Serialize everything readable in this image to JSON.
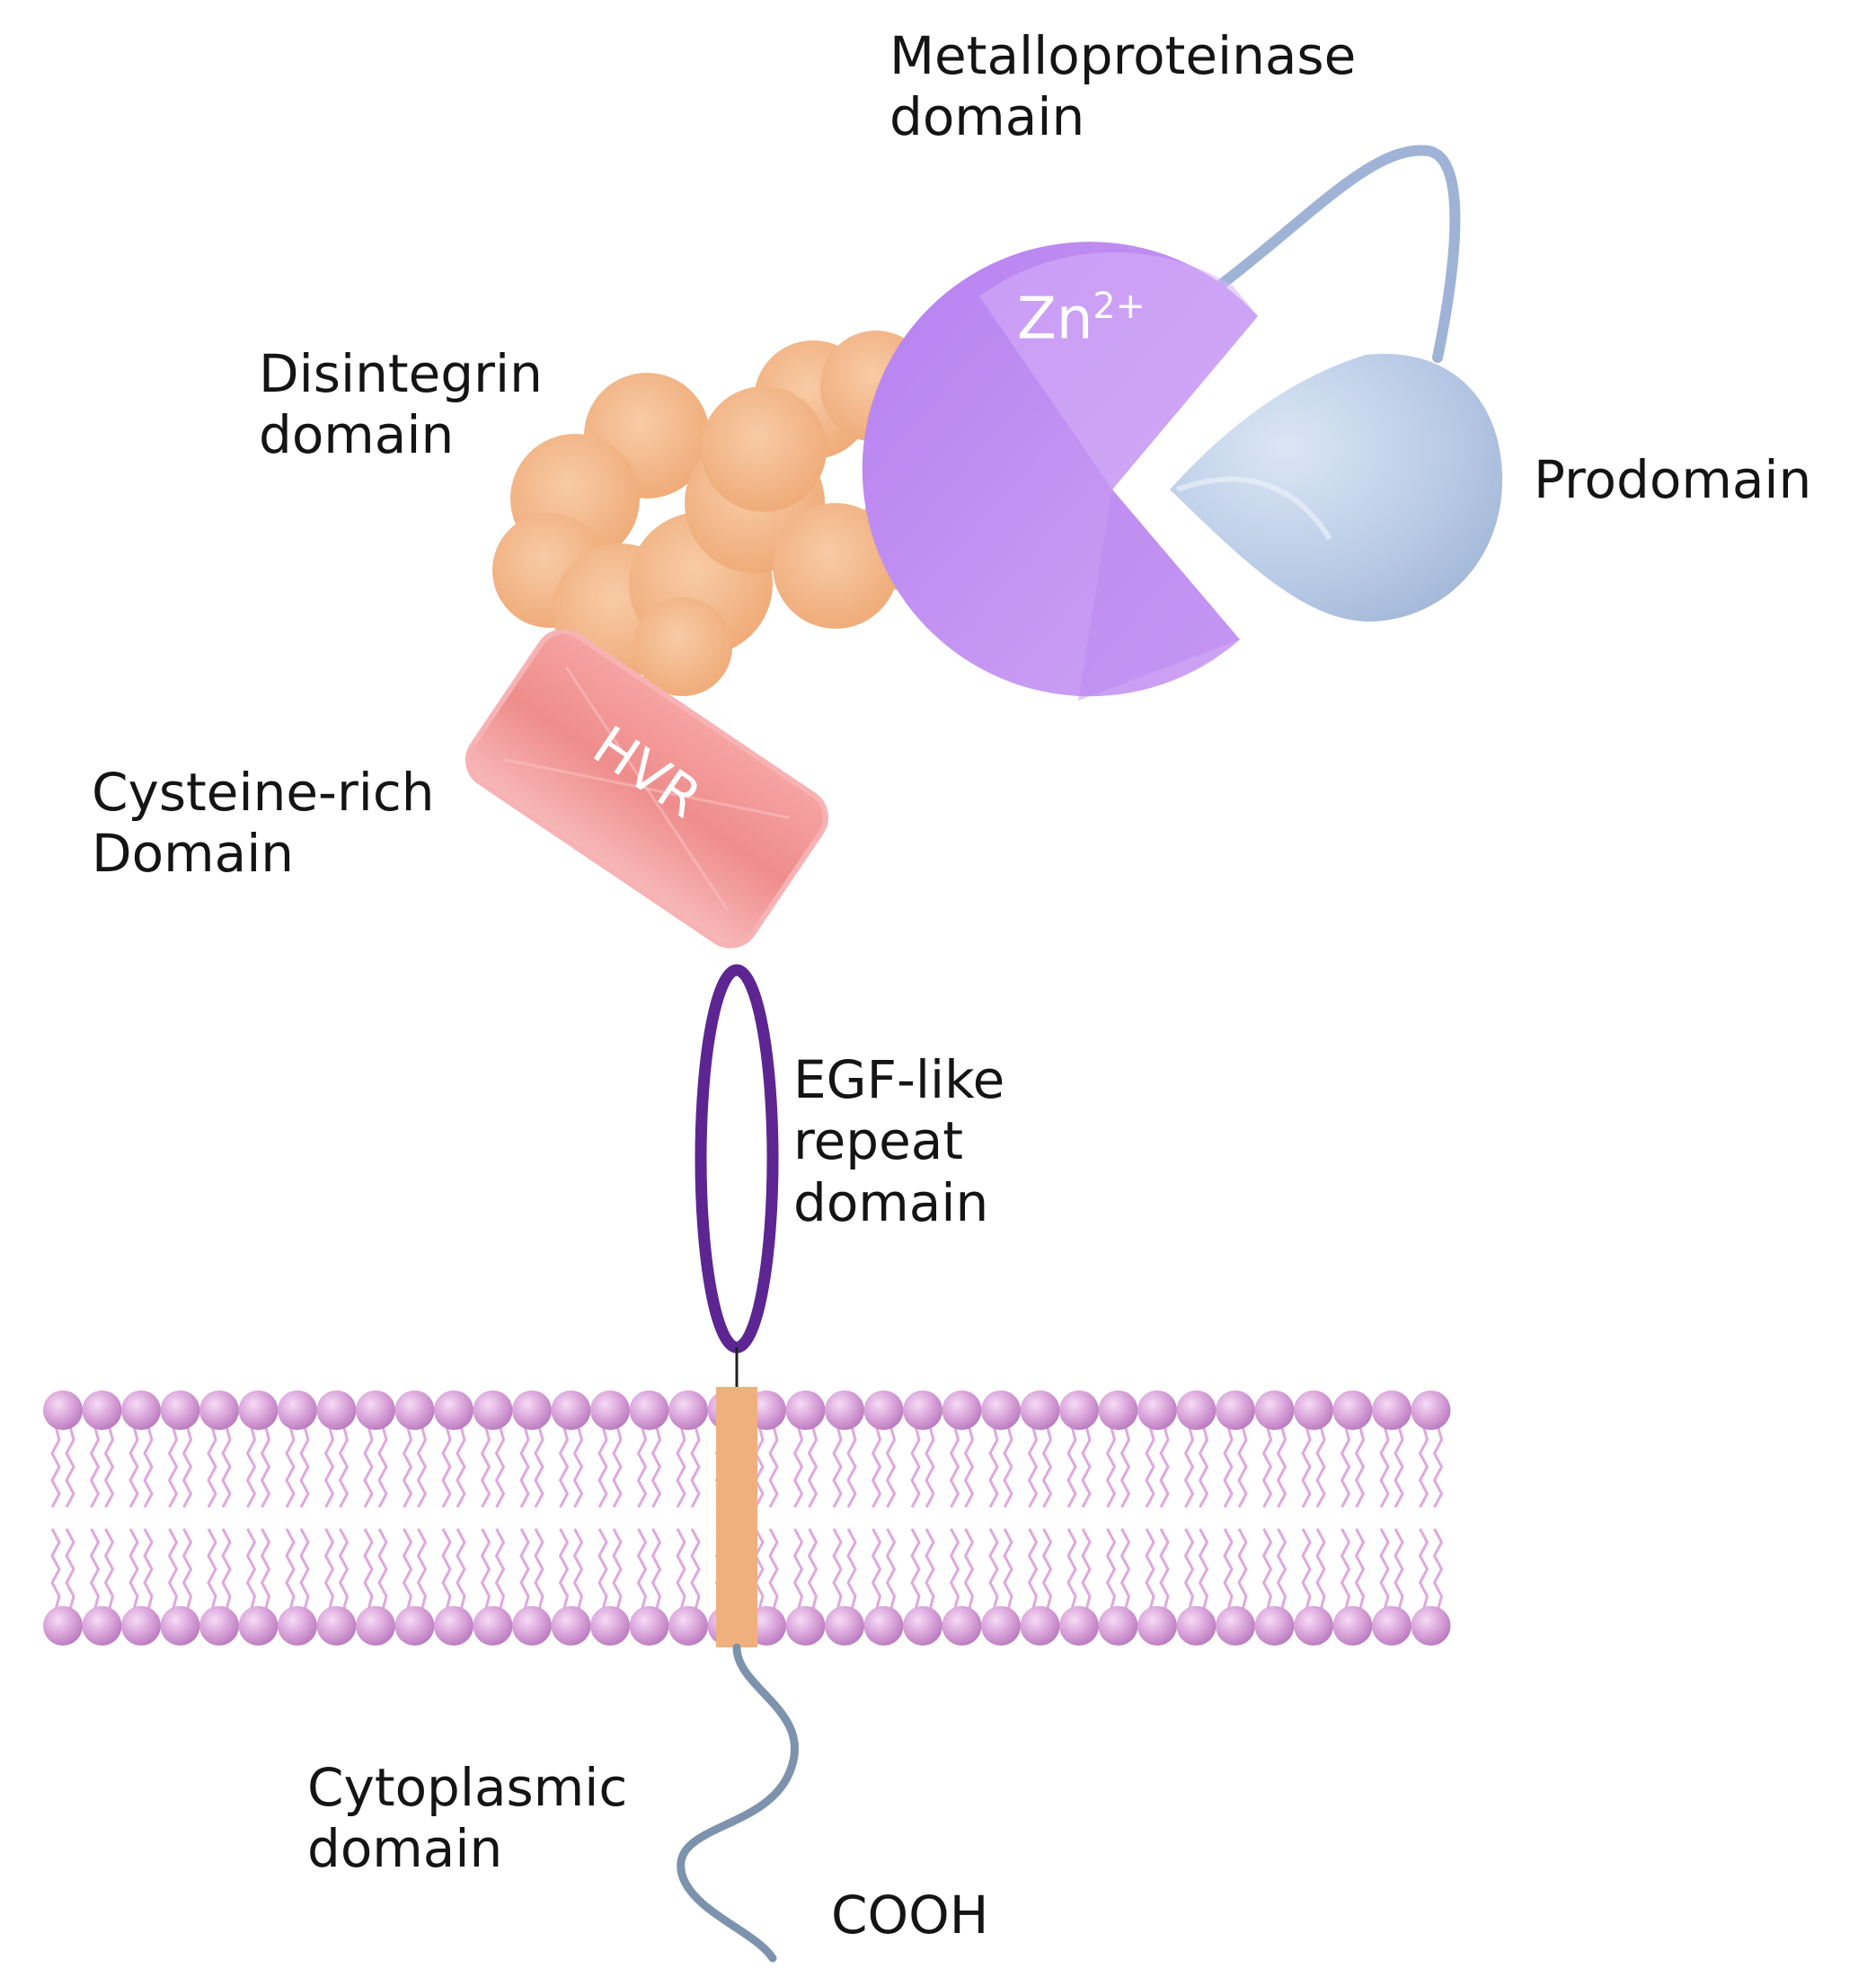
{
  "labels": {
    "metalloproteinase": [
      "Metalloproteinase",
      "domain"
    ],
    "disintegrin": [
      "Disintegrin",
      "domain"
    ],
    "prodomain": [
      "Prodomain"
    ],
    "cysteine_rich": [
      "Cysteine-rich",
      "Domain"
    ],
    "egf_like": [
      "EGF-like",
      "repeat",
      "domain"
    ],
    "cytoplasmic": [
      "Cytoplasmic",
      "domain"
    ],
    "cooh": "COOH"
  },
  "inner_labels": {
    "zinc_base": "Zn",
    "zinc_superscript": "2+",
    "hvr": "HVR"
  },
  "colors": {
    "metalloproteinase": "#c596f2",
    "prodomain": "#b9cbe6",
    "disintegrin": "#f4b98a",
    "cysteine_rich": "#ef8c8c",
    "egf_loop": "#5d2592",
    "membrane_head": "#d9a3d9",
    "membrane_tail": "#e0a8de",
    "transmembrane": "#f0b07e",
    "cytoplasmic_tail": "#7d93ad",
    "linker": "#9eb3d6"
  }
}
